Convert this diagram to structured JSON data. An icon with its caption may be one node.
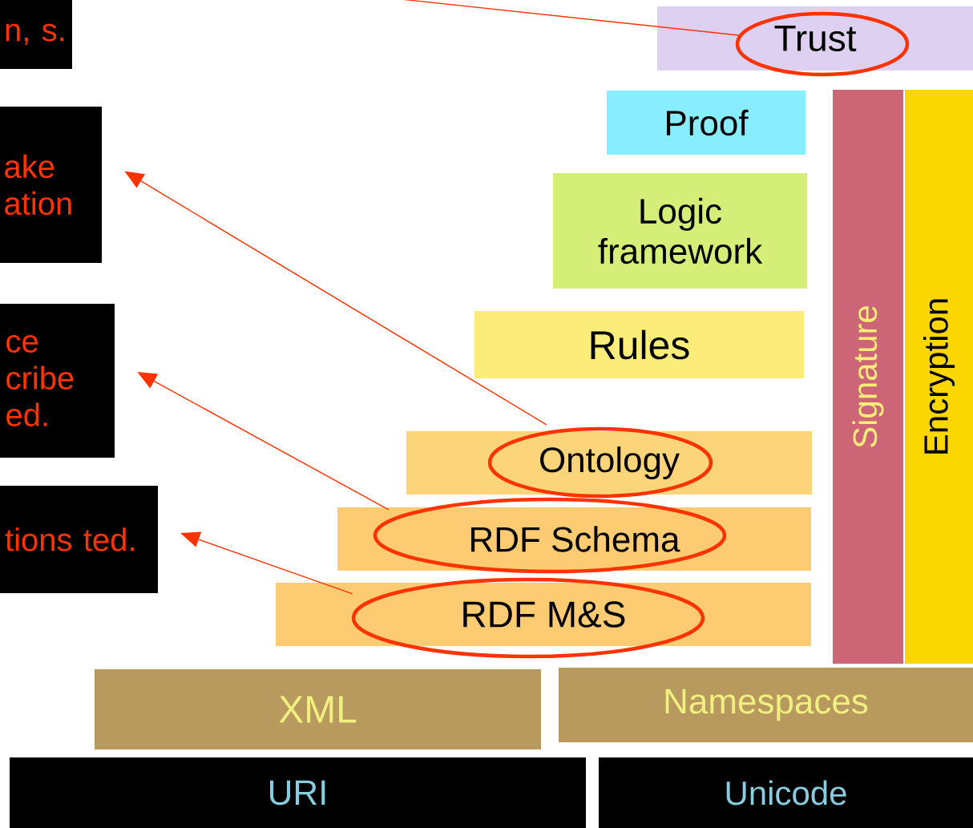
{
  "diagram": {
    "nodes": [
      {
        "text": [
          "n, s."
        ]
      },
      {
        "text": [
          "ake ation"
        ]
      },
      {
        "text": [
          "ce cribe ed."
        ]
      },
      {
        "text": [
          "tions ted."
        ]
      },
      {
        "text": [
          "Trust"
        ]
      },
      {
        "text": [
          "Proof"
        ]
      },
      {
        "text": [
          "Logic framework"
        ]
      },
      {
        "text": [
          "Rules"
        ]
      },
      {
        "text": [
          "Signature"
        ]
      },
      {
        "text": [
          "Encryption"
        ]
      },
      {
        "text": [
          "Ontology"
        ]
      },
      {
        "text": [
          "RDF Schema"
        ]
      },
      {
        "text": [
          "RDF M&S"
        ]
      },
      {
        "text": [
          "XML"
        ]
      },
      {
        "text": [
          "Namespaces"
        ]
      },
      {
        "text": [
          "URI"
        ]
      },
      {
        "text": [
          "Unicode"
        ]
      }
    ],
    "edges": [
      {
        "from": 4,
        "to": null,
        "arrow": "none"
      },
      {
        "from": 10,
        "to": 1,
        "arrow": "to"
      },
      {
        "from": 11,
        "to": 2,
        "arrow": "to"
      },
      {
        "from": 12,
        "to": 3,
        "arrow": "to"
      }
    ]
  }
}
